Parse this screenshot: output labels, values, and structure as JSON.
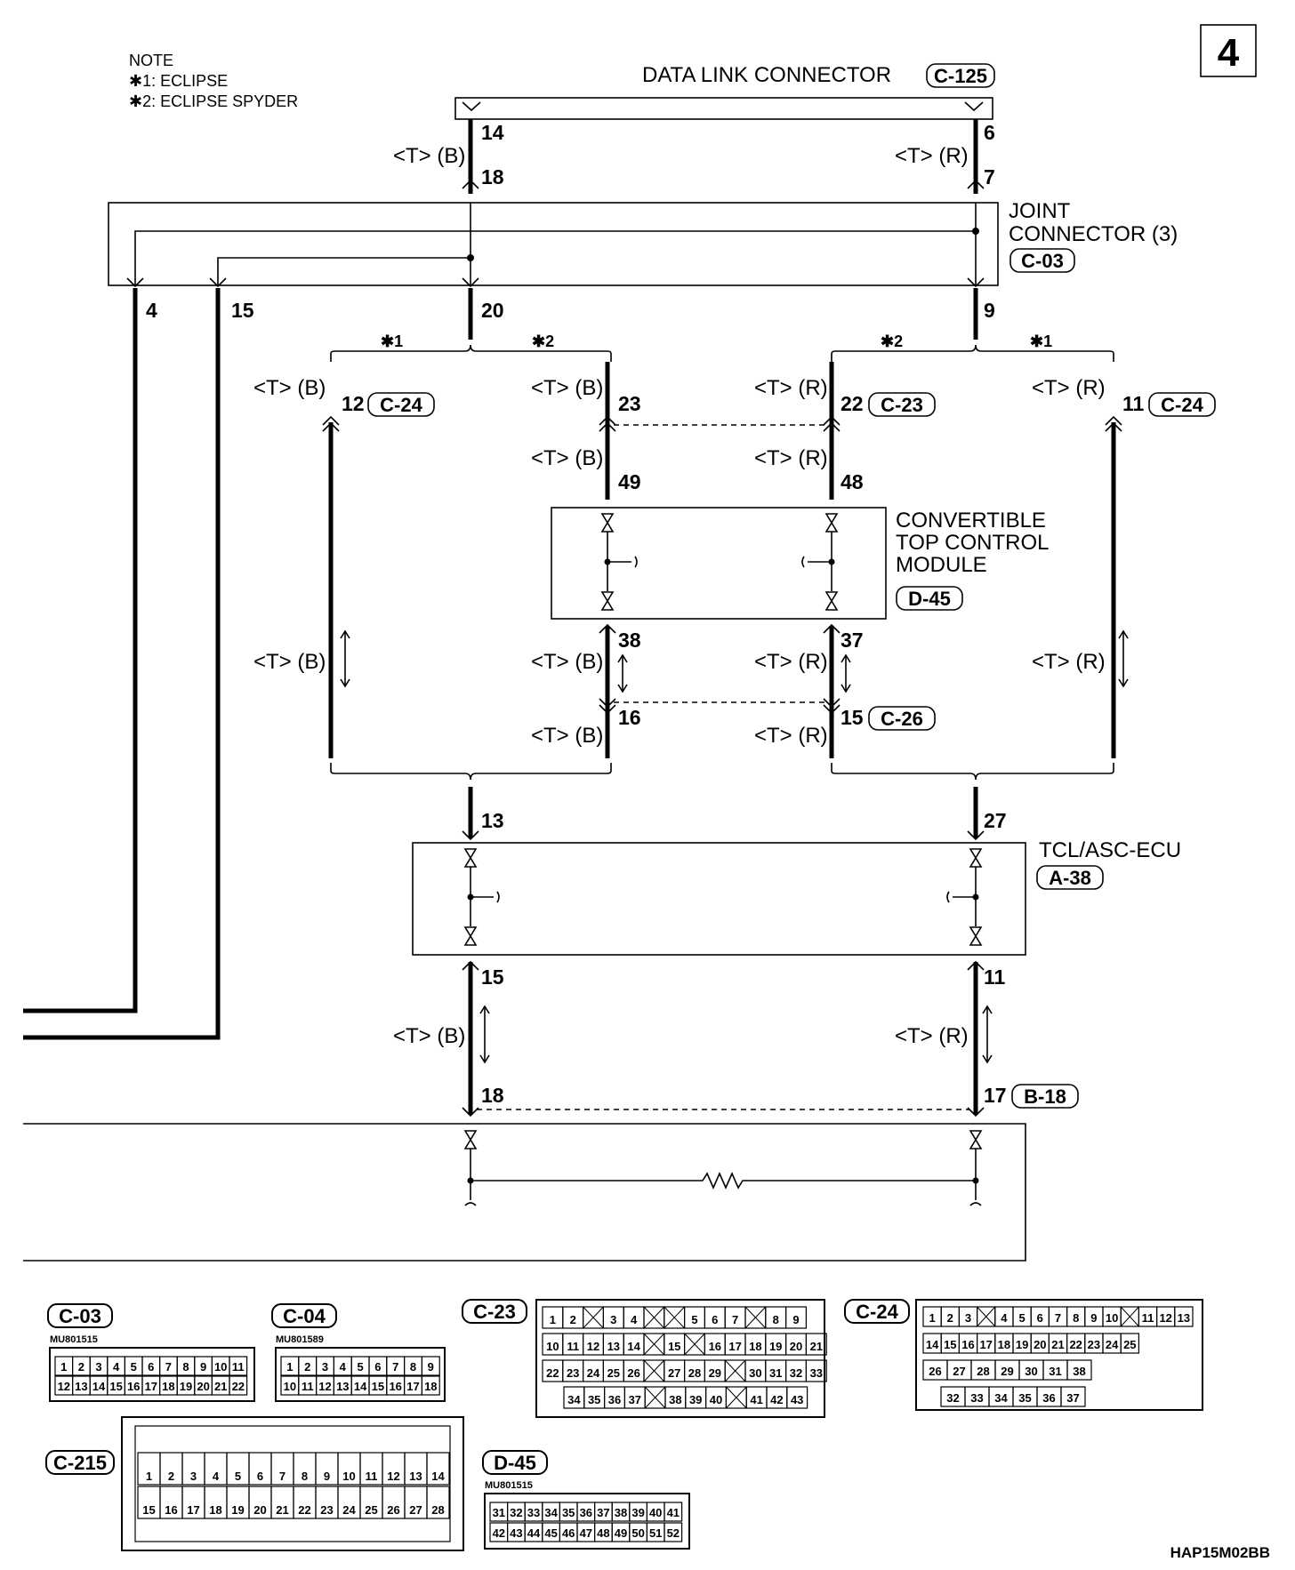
{
  "page_number": "4",
  "note": {
    "title": "NOTE",
    "line1": "✱1: ECLIPSE",
    "line2": "✱2: ECLIPSE SPYDER"
  },
  "components": {
    "data_link_connector": {
      "name": "DATA LINK CONNECTOR",
      "connector": "C-125"
    },
    "joint_connector": {
      "name_line1": "JOINT",
      "name_line2": "CONNECTOR (3)",
      "connector": "C-03"
    },
    "convertible_module": {
      "name_line1": "CONVERTIBLE",
      "name_line2": "TOP CONTROL",
      "name_line3": "MODULE",
      "connector": "D-45"
    },
    "tcl_ecu": {
      "name": "TCL/ASC-ECU",
      "connector": "A-38"
    }
  },
  "wire_labels": {
    "black": "<T> (B)",
    "red": "<T> (R)"
  },
  "variant_marks": {
    "star1": "✱1",
    "star2": "✱2"
  },
  "pins": {
    "dlc_left": "14",
    "dlc_right": "6",
    "jc_in_left": "18",
    "jc_in_right": "7",
    "jc_out_4": "4",
    "jc_out_15": "15",
    "jc_out_20": "20",
    "jc_out_9": "9",
    "c24_left": "12",
    "c24_right": "11",
    "c23_left": "23",
    "c23_right": "22",
    "mod_in_left": "49",
    "mod_in_right": "48",
    "mod_out_left": "38",
    "mod_out_right": "37",
    "c26_left": "16",
    "c26_right": "15",
    "ecu_in_left": "13",
    "ecu_in_right": "27",
    "ecu_out_left": "15",
    "ecu_out_right": "11",
    "b18_left": "18",
    "b18_right": "17"
  },
  "connector_tags": {
    "c24": "C-24",
    "c23": "C-23",
    "c26": "C-26",
    "b18": "B-18"
  },
  "connector_views": {
    "c03": {
      "name": "C-03",
      "part": "MU801515",
      "row1": [
        "1",
        "2",
        "3",
        "4",
        "5",
        "6",
        "7",
        "8",
        "9",
        "10",
        "11"
      ],
      "row2": [
        "12",
        "13",
        "14",
        "15",
        "16",
        "17",
        "18",
        "19",
        "20",
        "21",
        "22"
      ]
    },
    "c04": {
      "name": "C-04",
      "part": "MU801589",
      "row1": [
        "1",
        "2",
        "3",
        "4",
        "5",
        "6",
        "7",
        "8",
        "9"
      ],
      "row2": [
        "10",
        "11",
        "12",
        "13",
        "14",
        "15",
        "16",
        "17",
        "18"
      ]
    },
    "c23": {
      "name": "C-23",
      "rows": [
        [
          "1",
          "2",
          "",
          "3",
          "4",
          "",
          "",
          "5",
          "6",
          "7",
          "",
          "8",
          "9"
        ],
        [
          "10",
          "11",
          "12",
          "13",
          "14",
          "",
          "15",
          "",
          "16",
          "17",
          "18",
          "19",
          "20",
          "21"
        ],
        [
          "22",
          "23",
          "24",
          "25",
          "26",
          "",
          "27",
          "28",
          "29",
          "",
          "30",
          "31",
          "32",
          "33"
        ],
        [
          "34",
          "35",
          "36",
          "37",
          "",
          "38",
          "39",
          "40",
          "",
          "41",
          "42",
          "43"
        ]
      ]
    },
    "c24": {
      "name": "C-24",
      "rows": [
        [
          "1",
          "2",
          "3",
          "",
          "4",
          "5",
          "6",
          "7",
          "8",
          "9",
          "10",
          "",
          "11",
          "12",
          "13"
        ],
        [
          "14",
          "15",
          "16",
          "17",
          "18",
          "19",
          "20",
          "21",
          "22",
          "23",
          "24",
          "25"
        ],
        [
          "26",
          "27",
          "28",
          "29",
          "30",
          "31",
          "38"
        ],
        [
          "32",
          "33",
          "34",
          "35",
          "36",
          "37"
        ]
      ]
    },
    "c215": {
      "name": "C-215",
      "row1": [
        "1",
        "2",
        "3",
        "4",
        "5",
        "6",
        "7",
        "8",
        "9",
        "10",
        "11",
        "12",
        "13",
        "14"
      ],
      "row2": [
        "15",
        "16",
        "17",
        "18",
        "19",
        "20",
        "21",
        "22",
        "23",
        "24",
        "25",
        "26",
        "27",
        "28"
      ]
    },
    "d45": {
      "name": "D-45",
      "part": "MU801515",
      "row1": [
        "31",
        "32",
        "33",
        "34",
        "35",
        "36",
        "37",
        "38",
        "39",
        "40",
        "41"
      ],
      "row2": [
        "42",
        "43",
        "44",
        "45",
        "46",
        "47",
        "48",
        "49",
        "50",
        "51",
        "52"
      ]
    }
  },
  "figure_code": "HAP15M02BB"
}
